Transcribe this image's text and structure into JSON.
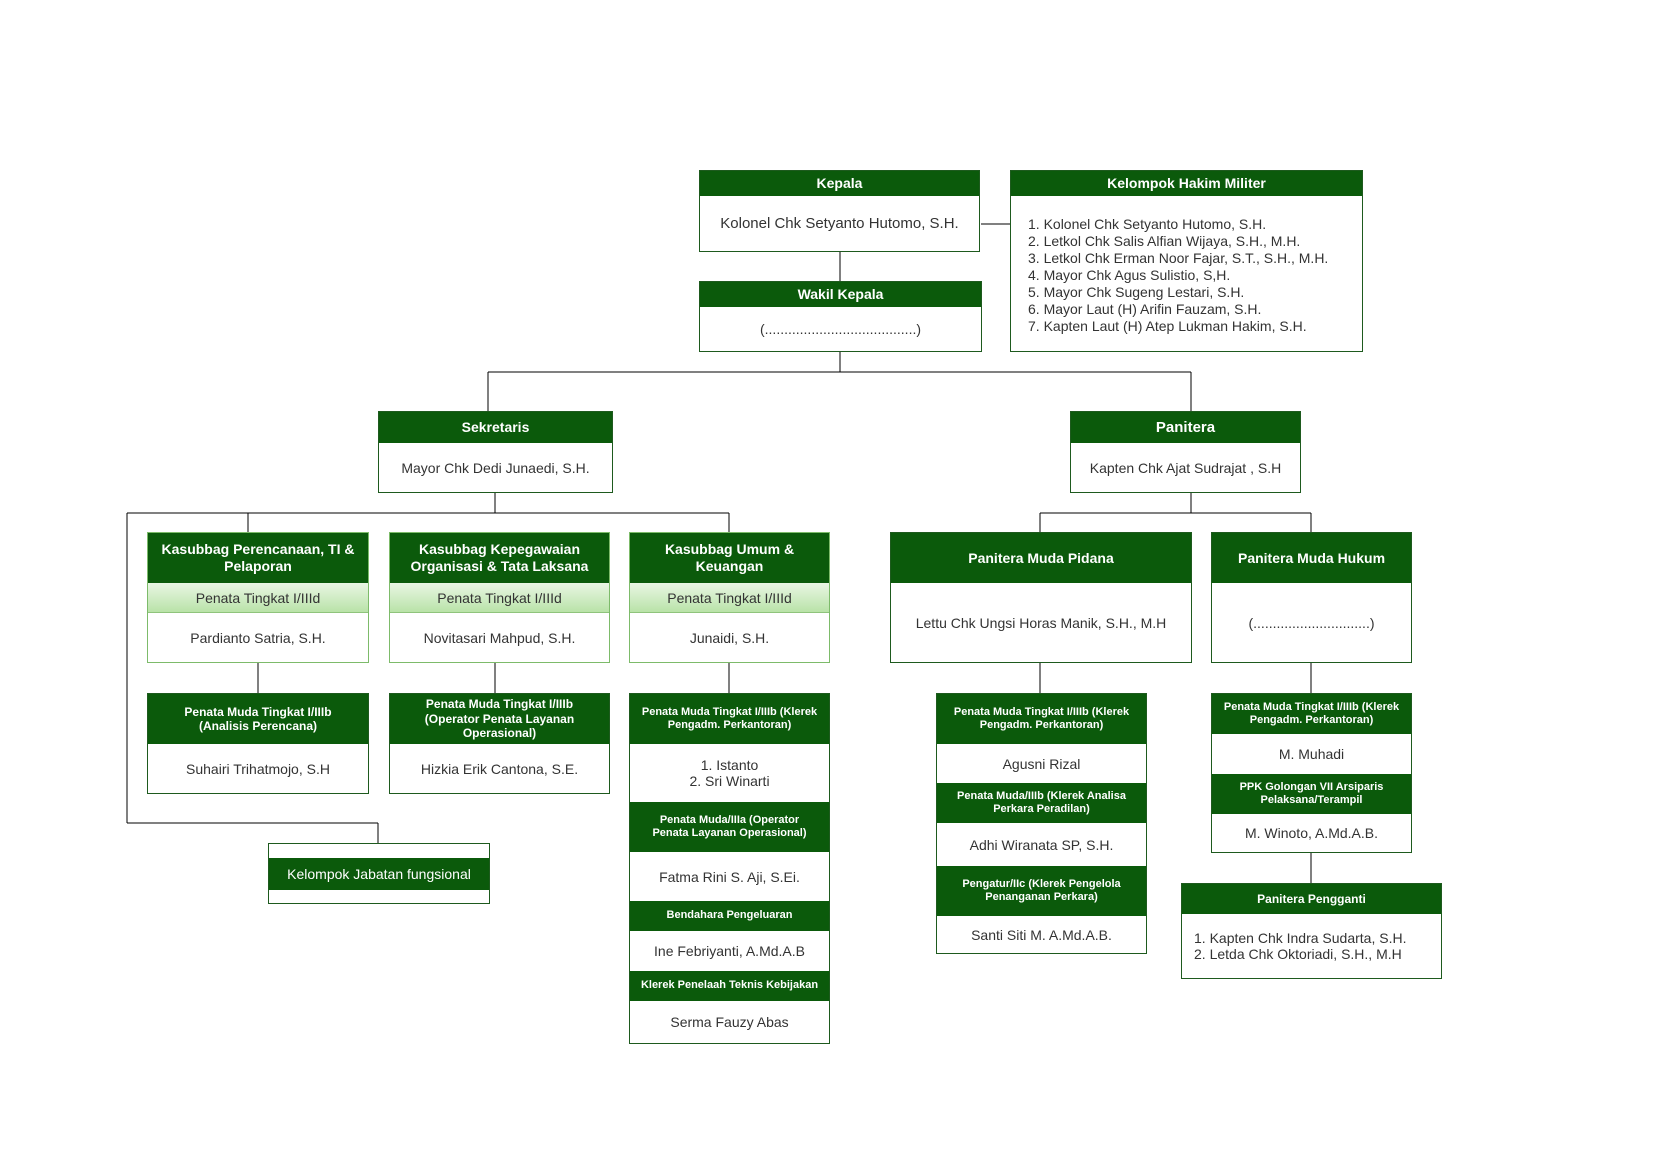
{
  "kepala": {
    "title": "Kepala",
    "name": "Kolonel Chk Setyanto Hutomo, S.H."
  },
  "hakim": {
    "title": "Kelompok Hakim Militer",
    "members": [
      "1. Kolonel Chk Setyanto Hutomo, S.H.",
      "2. Letkol Chk Salis Alfian Wijaya, S.H., M.H.",
      "3. Letkol Chk Erman Noor Fajar, S.T., S.H., M.H.",
      "4. Mayor Chk Agus Sulistio, S,H.",
      "5. Mayor Chk Sugeng Lestari, S.H.",
      "6. Mayor Laut (H) Arifin Fauzam, S.H.",
      "7. Kapten Laut (H) Atep Lukman Hakim, S.H."
    ]
  },
  "wakil": {
    "title": "Wakil Kepala",
    "name": "(.......................................)"
  },
  "sekretaris": {
    "title": "Sekretaris",
    "name": "Mayor Chk Dedi Junaedi, S.H."
  },
  "panitera": {
    "title": "Panitera",
    "name": "Kapten Chk Ajat Sudrajat , S.H"
  },
  "kasubbag_perencanaan": {
    "title": "Kasubbag Perencanaan, TI & Pelaporan",
    "rank": "Penata Tingkat I/IIId",
    "name": "Pardianto Satria, S.H."
  },
  "kasubbag_kepegawaian": {
    "title": "Kasubbag Kepegawaian Organisasi & Tata Laksana",
    "rank": "Penata Tingkat I/IIId",
    "name": "Novitasari Mahpud, S.H."
  },
  "kasubbag_umum": {
    "title": "Kasubbag Umum & Keuangan",
    "rank": "Penata Tingkat I/IIId",
    "name": "Junaidi, S.H."
  },
  "analisis": {
    "title": "Penata Muda Tingkat I/IIIb (Analisis Perencana)",
    "name": "Suhairi Trihatmojo, S.H"
  },
  "operator": {
    "title": "Penata Muda Tingkat I/IIIb (Operator Penata Layanan Operasional)",
    "name": "Hizkia Erik Cantona, S.E."
  },
  "umum_stack": {
    "klerek_title": "Penata Muda Tingkat I/IIIb (Klerek Pengadm. Perkantoran)",
    "klerek_names": [
      "1. Istanto",
      "2. Sri Winarti"
    ],
    "operator_title": "Penata Muda/IIIa (Operator Penata Layanan Operasional)",
    "operator_name": "Fatma Rini S. Aji, S.Ei.",
    "bendahara_title": "Bendahara Pengeluaran",
    "bendahara_name": "Ine Febriyanti, A.Md.A.B",
    "penelaah_title": "Klerek Penelaah Teknis Kebijakan",
    "penelaah_name": "Serma Fauzy Abas"
  },
  "fungsional": {
    "title": "Kelompok Jabatan fungsional"
  },
  "pidana": {
    "title": "Panitera Muda Pidana",
    "name": "Lettu Chk Ungsi Horas Manik, S.H., M.H"
  },
  "hukum": {
    "title": "Panitera Muda Hukum",
    "name": "(..............................)"
  },
  "pidana_stack": {
    "klerek_title": "Penata Muda Tingkat I/IIIb (Klerek Pengadm. Perkantoran)",
    "klerek_name": "Agusni Rizal",
    "analisa_title": "Penata Muda/IIIb (Klerek Analisa Perkara Peradilan)",
    "analisa_name": "Adhi Wiranata SP, S.H.",
    "pengatur_title": "Pengatur/IIc (Klerek Pengelola Penanganan Perkara)",
    "pengatur_name": "Santi Siti M. A.Md.A.B."
  },
  "hukum_stack": {
    "klerek_title": "Penata Muda Tingkat I/IIIb (Klerek Pengadm. Perkantoran)",
    "klerek_name": "M. Muhadi",
    "ppk_title": "PPK Golongan VII Arsiparis Pelaksana/Terampil",
    "ppk_name": "M. Winoto, A.Md.A.B."
  },
  "pengganti": {
    "title": "Panitera Pengganti",
    "members": [
      "1. Kapten Chk Indra Sudarta, S.H.",
      "2.  Letda Chk Oktoriadi, S.H., M.H"
    ]
  }
}
